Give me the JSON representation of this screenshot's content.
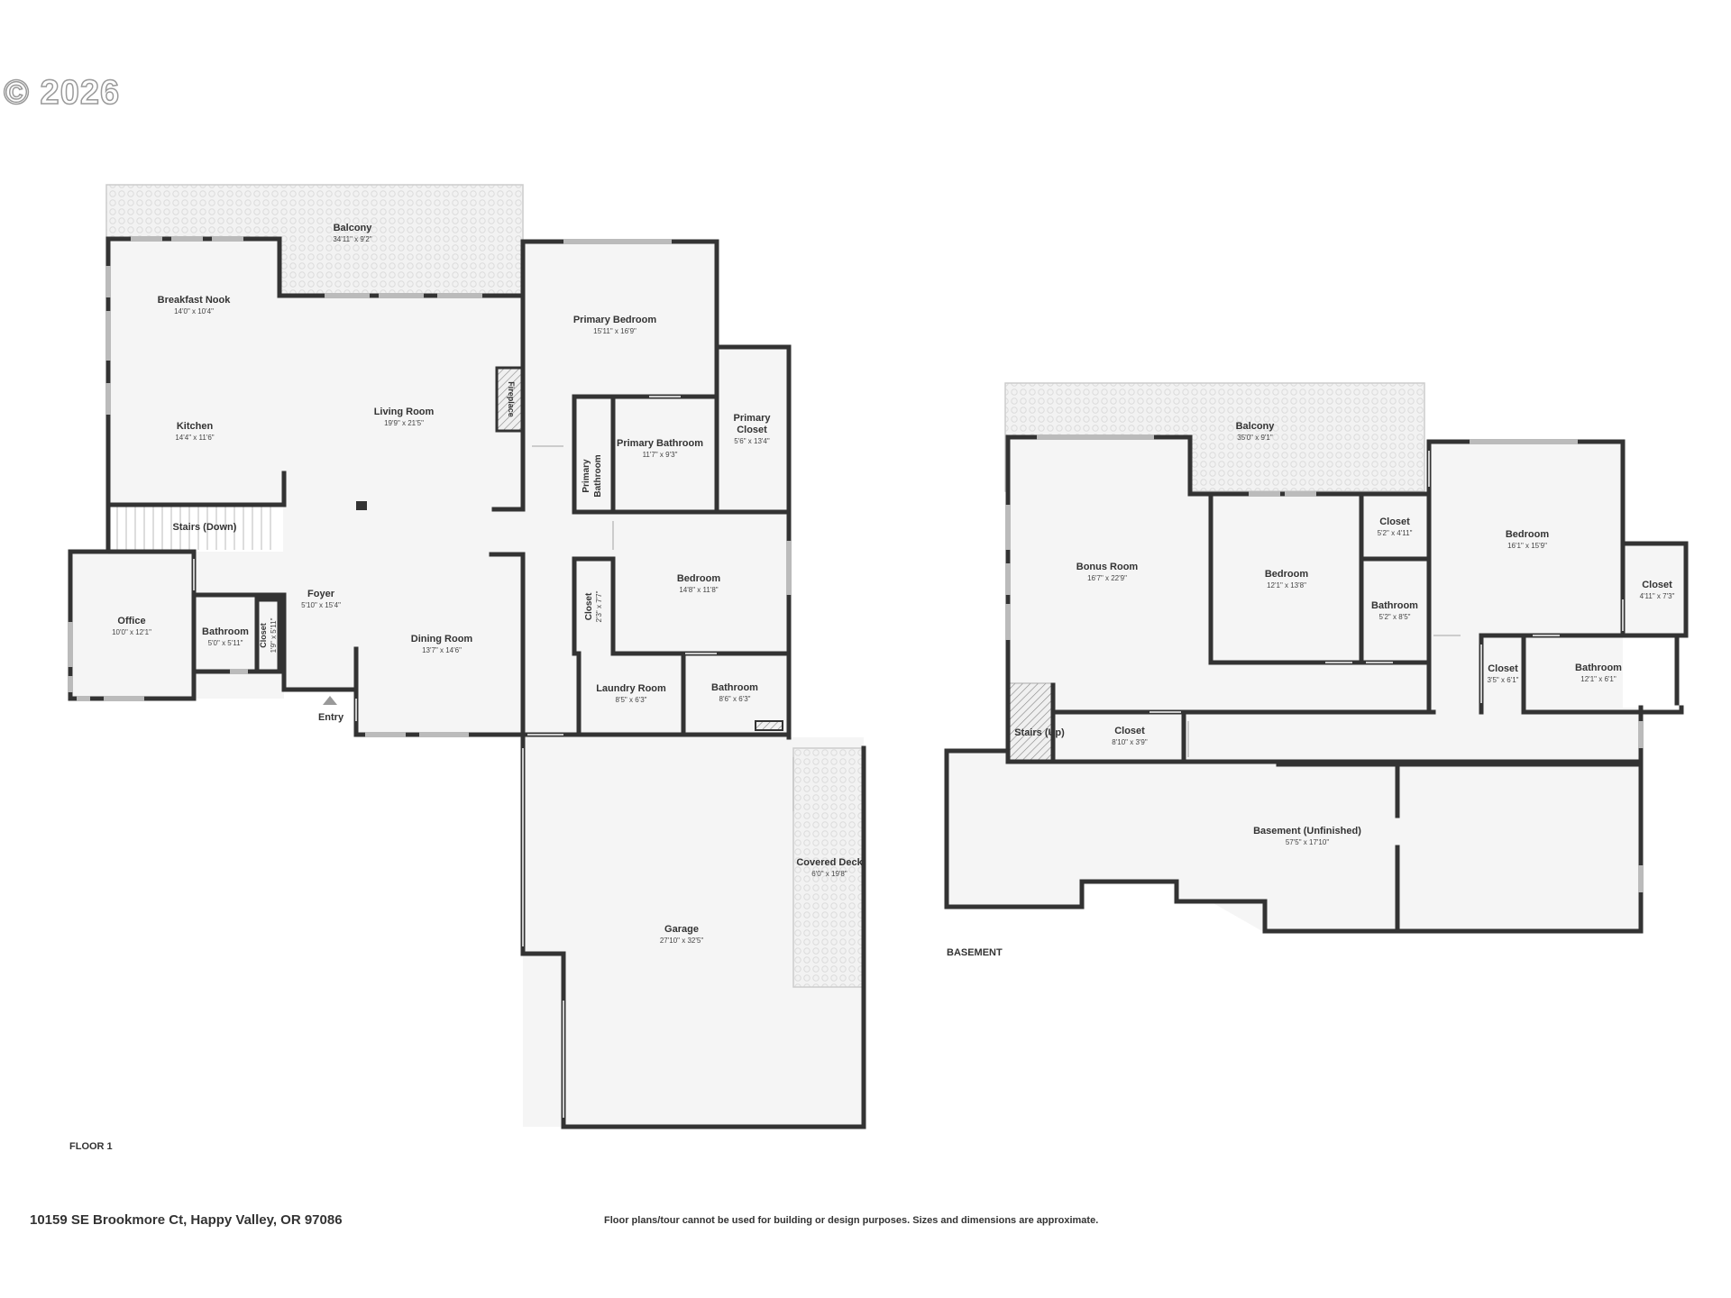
{
  "header": {
    "copyright": "© 2026"
  },
  "footer": {
    "address": "10159 SE Brookmore Ct, Happy Valley, OR 97086",
    "disclaimer": "Floor plans/tour cannot be used for building or design purposes. Sizes and dimensions are approximate."
  },
  "floors": [
    {
      "label": "FLOOR 1",
      "rooms": [
        {
          "name": "Balcony",
          "dim": "34'11\" x 9'2\""
        },
        {
          "name": "Breakfast Nook",
          "dim": "14'0\" x 10'4\""
        },
        {
          "name": "Kitchen",
          "dim": "14'4\" x 11'6\""
        },
        {
          "name": "Living Room",
          "dim": "19'9\" x 21'5\""
        },
        {
          "name": "Fireplace",
          "dim": ""
        },
        {
          "name": "Primary Bedroom",
          "dim": "15'11\" x 16'9\""
        },
        {
          "name": "Primary Closet",
          "dim": "5'6\" x 13'4\""
        },
        {
          "name": "Primary Bathroom",
          "dim": "11'7\" x 9'3\""
        },
        {
          "name": "Primary Bathroom",
          "dim": ""
        },
        {
          "name": "Stairs (Down)",
          "dim": ""
        },
        {
          "name": "Office",
          "dim": "10'0\" x 12'1\""
        },
        {
          "name": "Bathroom",
          "dim": "5'0\" x 5'11\""
        },
        {
          "name": "Closet",
          "dim": "1'9\" x 5'11\""
        },
        {
          "name": "Foyer",
          "dim": "5'10\" x 15'4\""
        },
        {
          "name": "Dining Room",
          "dim": "13'7\" x 14'6\""
        },
        {
          "name": "Entry",
          "dim": ""
        },
        {
          "name": "Bedroom",
          "dim": "14'8\" x 11'8\""
        },
        {
          "name": "Closet",
          "dim": "2'3\" x 7'7\""
        },
        {
          "name": "Laundry Room",
          "dim": "8'5\" x 6'3\""
        },
        {
          "name": "Bathroom",
          "dim": "8'6\" x 6'3\""
        },
        {
          "name": "Covered Deck",
          "dim": "6'0\" x 19'8\""
        },
        {
          "name": "Garage",
          "dim": "27'10\" x 32'5\""
        }
      ]
    },
    {
      "label": "BASEMENT",
      "rooms": [
        {
          "name": "Balcony",
          "dim": "35'0\" x 9'1\""
        },
        {
          "name": "Bonus Room",
          "dim": "16'7\" x 22'9\""
        },
        {
          "name": "Bedroom",
          "dim": "12'1\" x 13'8\""
        },
        {
          "name": "Closet",
          "dim": "5'2\" x 4'11\""
        },
        {
          "name": "Bathroom",
          "dim": "5'2\" x 8'5\""
        },
        {
          "name": "Bedroom",
          "dim": "16'1\" x 15'9\""
        },
        {
          "name": "Closet",
          "dim": "4'11\" x 7'3\""
        },
        {
          "name": "Closet",
          "dim": "3'5\" x 6'1\""
        },
        {
          "name": "Bathroom",
          "dim": "12'1\" x 6'1\""
        },
        {
          "name": "Stairs (Up)",
          "dim": ""
        },
        {
          "name": "Closet",
          "dim": "8'10\" x 3'9\""
        },
        {
          "name": "Basement (Unfinished)",
          "dim": "57'5\" x 17'10\""
        }
      ]
    }
  ]
}
